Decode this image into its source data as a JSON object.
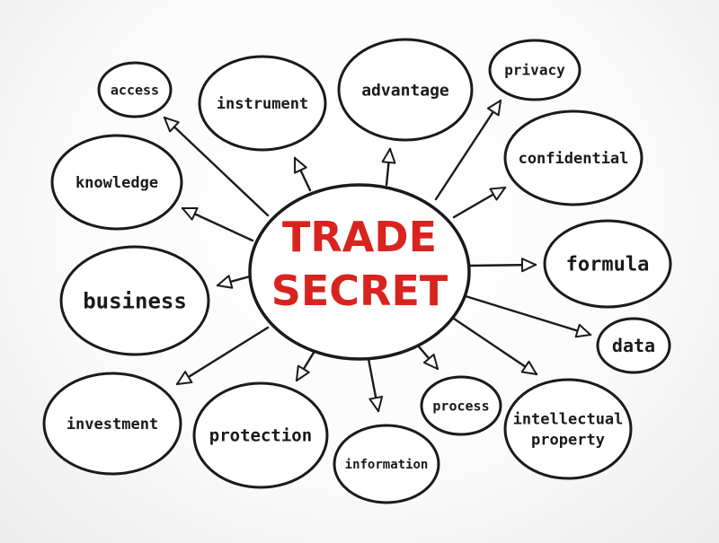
{
  "center": {
    "line1": "TRADE",
    "line2": "SECRET",
    "color": "#d8231f"
  },
  "nodes": [
    {
      "id": "access",
      "lines": [
        "access"
      ]
    },
    {
      "id": "instrument",
      "lines": [
        "instrument"
      ]
    },
    {
      "id": "advantage",
      "lines": [
        "advantage"
      ]
    },
    {
      "id": "privacy",
      "lines": [
        "privacy"
      ]
    },
    {
      "id": "confidential",
      "lines": [
        "confidential"
      ]
    },
    {
      "id": "knowledge",
      "lines": [
        "knowledge"
      ]
    },
    {
      "id": "formula",
      "lines": [
        "formula"
      ]
    },
    {
      "id": "business",
      "lines": [
        "business"
      ]
    },
    {
      "id": "data",
      "lines": [
        "data"
      ]
    },
    {
      "id": "investment",
      "lines": [
        "investment"
      ]
    },
    {
      "id": "protection",
      "lines": [
        "protection"
      ]
    },
    {
      "id": "information",
      "lines": [
        "information"
      ]
    },
    {
      "id": "process",
      "lines": [
        "process"
      ]
    },
    {
      "id": "intellectual-property",
      "lines": [
        "intellectual",
        "property"
      ]
    }
  ],
  "colors": {
    "stroke": "#1a1a1a",
    "center_text": "#d8231f"
  }
}
